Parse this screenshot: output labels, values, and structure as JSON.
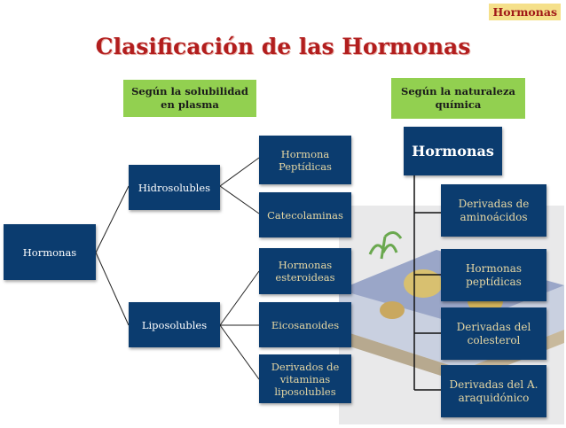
{
  "header": {
    "corner_tag": "Hormonas",
    "title": "Clasificación de las Hormonas"
  },
  "left_tree": {
    "category_label": "Según la solubilidad en plasma",
    "root": "Hormonas",
    "branches": [
      {
        "label": "Hidrosolubles",
        "children": [
          "Hormona Peptídicas",
          "Catecolaminas"
        ]
      },
      {
        "label": "Liposolubles",
        "children": [
          "Hormonas esteroideas",
          "Eicosanoides",
          "Derivados de vitaminas liposolubles"
        ]
      }
    ]
  },
  "right_tree": {
    "category_label": "Según la naturaleza química",
    "root": "Hormonas",
    "children": [
      "Derivadas de aminoácidos",
      "Hormonas peptídicas",
      "Derivadas del colesterol",
      "Derivadas del A. araquidónico"
    ]
  },
  "colors": {
    "title_red": "#b21e1e",
    "node_blue": "#0b3c6f",
    "label_green": "#92d050",
    "corner_yellow": "#f5e08a"
  }
}
